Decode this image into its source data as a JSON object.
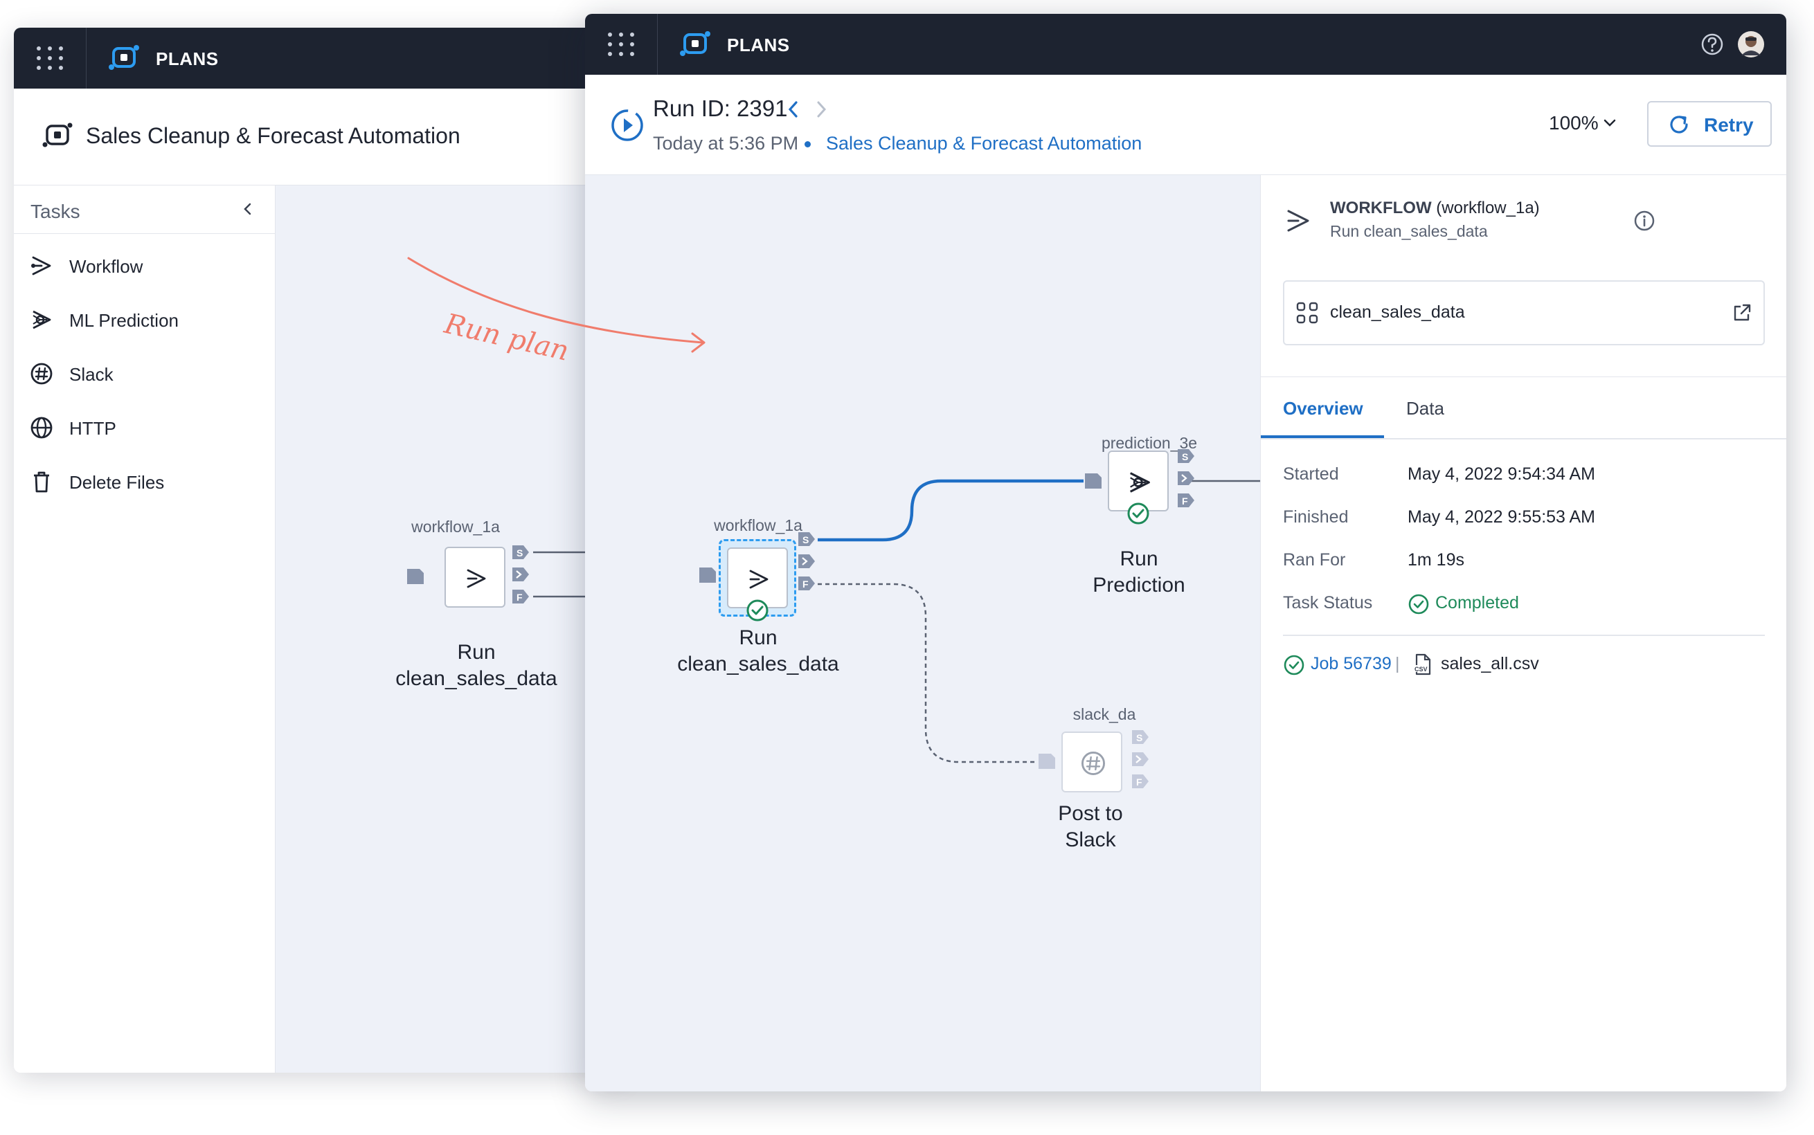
{
  "brand": {
    "name": "PLANS"
  },
  "back_window": {
    "plan_title": "Sales Cleanup & Forecast Automation",
    "tasks": {
      "heading": "Tasks",
      "items": [
        {
          "label": "Workflow",
          "icon": "workflow-icon"
        },
        {
          "label": "ML Prediction",
          "icon": "ml-prediction-icon"
        },
        {
          "label": "Slack",
          "icon": "slack-icon"
        },
        {
          "label": "HTTP",
          "icon": "globe-icon"
        },
        {
          "label": "Delete Files",
          "icon": "trash-icon"
        }
      ]
    },
    "node": {
      "name": "workflow_1a",
      "label_line1": "Run",
      "label_line2": "clean_sales_data"
    }
  },
  "annotation": {
    "text": "Run plan",
    "color": "#f07c6c"
  },
  "front_window": {
    "run": {
      "id_text": "Run ID: 2391",
      "time": "Today at 5:36 PM",
      "plan_link": "Sales Cleanup & Forecast Automation"
    },
    "zoom": "100%",
    "retry_label": "Retry",
    "nodes": [
      {
        "key": "workflow",
        "name": "workflow_1a",
        "label_line1": "Run",
        "label_line2": "clean_sales_data",
        "status": "success"
      },
      {
        "key": "prediction",
        "name": "prediction_3e",
        "label_line1": "Run",
        "label_line2": "Prediction",
        "status": "success"
      },
      {
        "key": "slack",
        "name": "slack_da",
        "label_line1": "Post to",
        "label_line2": "Slack",
        "status": "pending"
      }
    ],
    "ports": [
      "S",
      "F"
    ],
    "detail": {
      "type_label": "WORKFLOW",
      "type_id": "(workflow_1a)",
      "subtitle": "Run clean_sales_data",
      "workflow_card": "clean_sales_data",
      "tabs": [
        {
          "label": "Overview",
          "active": true
        },
        {
          "label": "Data",
          "active": false
        }
      ],
      "fields": {
        "started_key": "Started",
        "started_val": "May 4, 2022 9:54:34 AM",
        "finished_key": "Finished",
        "finished_val": "May 4, 2022 9:55:53 AM",
        "ranfor_key": "Ran For",
        "ranfor_val": "1m 19s",
        "status_key": "Task Status",
        "status_val": "Completed"
      },
      "job_link": "Job 56739",
      "job_separator": "|",
      "file_name": "sales_all.csv"
    },
    "colors": {
      "accent": "#1f6fc5",
      "success": "#1e8a5a",
      "topbar": "#1d2330",
      "canvas": "#eef1f8"
    }
  }
}
